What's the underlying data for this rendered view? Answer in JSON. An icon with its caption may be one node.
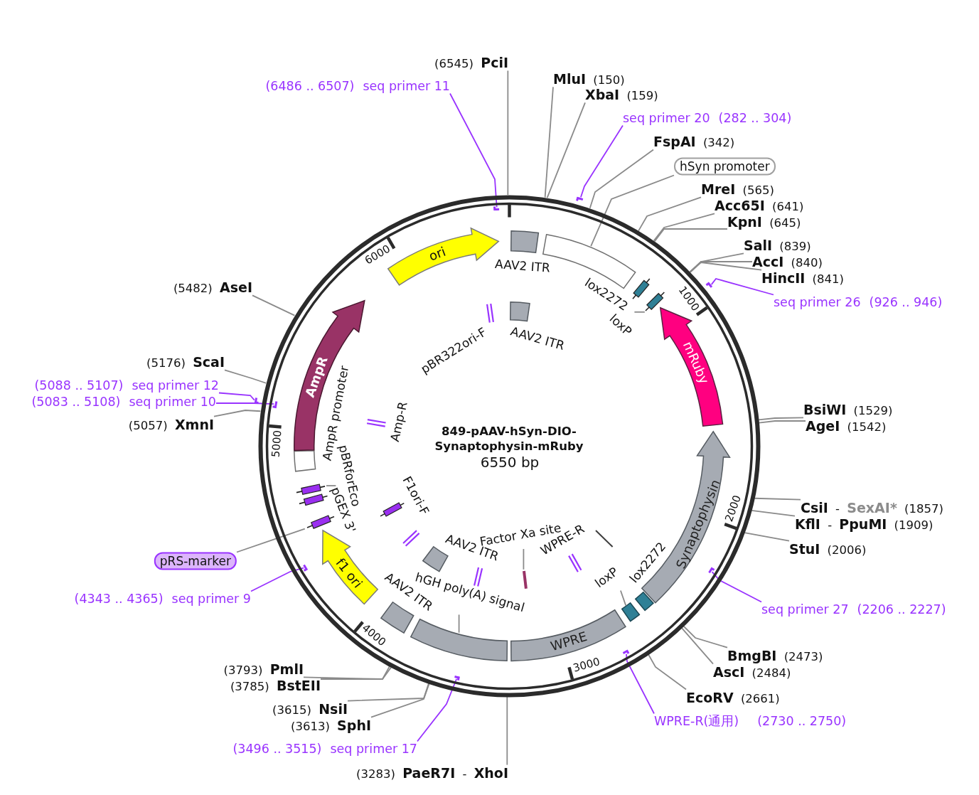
{
  "diagram": {
    "nodes": [
      {
        "text": [
          "849-pAAV-hSyn-DIO-Synaptophysin-mRuby",
          "6550 bp"
        ]
      },
      {
        "text": [
          "ori"
        ],
        "in": 0
      },
      {
        "text": [],
        "shape": "box",
        "beside": [
          "AAV2 ITR"
        ],
        "in": 0
      },
      {
        "text": [],
        "shape": "box",
        "in": 0
      },
      {
        "text": [],
        "shape": "bar",
        "beside": [
          "lox2272"
        ],
        "in": 0
      },
      {
        "text": [],
        "shape": "bar",
        "in": 0
      },
      {
        "text": [
          "mRuby"
        ],
        "in": 0
      },
      {
        "text": [
          "Synaptophysin"
        ],
        "in": 0
      },
      {
        "text": [],
        "shape": "box",
        "in": 0
      },
      {
        "text": [],
        "shape": "box",
        "in": 0
      },
      {
        "text": [
          "WPRE"
        ],
        "in": 0
      },
      {
        "text": [],
        "shape": "box",
        "in": 0
      },
      {
        "text": [],
        "shape": "box",
        "beside": [
          "AAV2 ITR"
        ],
        "in": 0
      },
      {
        "text": [
          "f1 ori"
        ],
        "in": 0
      },
      {
        "text": [],
        "shape": "bar",
        "in": 0
      },
      {
        "text": [],
        "shape": "bar",
        "beside": [
          "pGEX 3'"
        ],
        "in": 0
      },
      {
        "text": [],
        "shape": "bar",
        "in": 0
      },
      {
        "text": [],
        "shape": "box",
        "beside": [
          "AmpR promoter"
        ],
        "in": 0
      },
      {
        "text": [
          "AmpR"
        ],
        "in": 0
      },
      {
        "text": [],
        "shape": "box",
        "beside": [
          "AAV2 ITR"
        ],
        "in": 0
      },
      {
        "text": [],
        "shape": "bar",
        "beside": [
          "pBR322ori-F"
        ],
        "in": 0
      },
      {
        "text": [],
        "shape": "bar",
        "beside": [
          "Amp-R"
        ],
        "in": 0
      },
      {
        "text": [],
        "shape": "bar",
        "beside": [
          "F1ori-F"
        ],
        "in": 0
      },
      {
        "text": [],
        "shape": "bar",
        "in": 0
      },
      {
        "text": [],
        "shape": "box",
        "beside": [
          "AAV2 ITR"
        ],
        "in": 0
      },
      {
        "text": [],
        "shape": "bar",
        "in": 0
      },
      {
        "text": [],
        "shape": "bar",
        "in": 0
      },
      {
        "text": [],
        "shape": "bar",
        "beside": [
          "WPRE-R"
        ],
        "in": 0
      },
      {
        "text": [],
        "shape": "bar",
        "in": 0
      },
      {
        "text": [
          "loxP"
        ],
        "in": 0
      },
      {
        "text": [
          "loxP"
        ],
        "in": 0
      },
      {
        "text": [
          "hGH poly(A) signal"
        ],
        "in": 0
      },
      {
        "text": [
          "Factor Xa site"
        ],
        "in": 0
      },
      {
        "text": [
          "pBRforEco"
        ],
        "in": 0
      },
      {
        "text": [],
        "shape": "bar",
        "in": 0
      },
      {
        "text": [],
        "shape": "bar",
        "in": 0
      },
      {
        "text": [],
        "shape": "bar",
        "in": 0
      },
      {
        "text": [],
        "shape": "bar",
        "in": 0
      },
      {
        "text": [],
        "shape": "bar",
        "in": 0
      },
      {
        "text": [],
        "shape": "bar",
        "in": 0
      },
      {
        "text": [],
        "shape": "bar"
      },
      {
        "text": [],
        "shape": "bar"
      },
      {
        "text": [],
        "shape": "bar"
      },
      {
        "text": [
          "(6545) **PciI**"
        ]
      },
      {
        "text": [
          "(6486 .. 6507)",
          "seq primer 11"
        ]
      },
      {
        "text": [
          "**MluI** (150)"
        ]
      },
      {
        "text": [
          "**XbaI** (159)"
        ]
      },
      {
        "text": [
          "seq primer 20",
          "(282 .. 304)"
        ]
      },
      {
        "text": [
          "**FspAI** (342)"
        ]
      },
      {
        "text": [
          "hSyn promoter"
        ]
      },
      {
        "text": [
          "**MreI** (565)"
        ]
      },
      {
        "text": [
          "**Acc65I** (641)"
        ]
      },
      {
        "text": [
          "**KpnI** (645)"
        ]
      },
      {
        "text": [
          "**SalI** (839)"
        ]
      },
      {
        "text": [
          "**AccI** (840)"
        ]
      },
      {
        "text": [
          "**HincII** (841)"
        ]
      },
      {
        "text": [
          "seq primer 26",
          "(926 .. 946)"
        ]
      },
      {
        "text": [
          "**BsiWI** (1529)"
        ]
      },
      {
        "text": [
          "**AgeI** (1542)"
        ]
      },
      {
        "text": [
          "**CsiI** -",
          "SexAI*",
          "(1857)"
        ]
      },
      {
        "text": [
          "**KflI** - **PpuMI** (1909)"
        ]
      },
      {
        "text": [
          "**StuI** (2006)"
        ]
      },
      {
        "text": [
          "seq primer 27",
          "(2206 .. 2227)"
        ]
      },
      {
        "text": [
          "**BmgBI** (2473)"
        ]
      },
      {
        "text": [
          "**AscI** (2484)"
        ]
      },
      {
        "text": [
          "**EcoRV** (2661)"
        ]
      },
      {
        "text": [
          "WPRE-R(通用)",
          "(2730 .. 2750)"
        ]
      },
      {
        "text": [
          "(3283) **PaeR7I** - **XhoI**"
        ]
      },
      {
        "text": [
          "(3496 .. 3515)",
          "seq primer 17"
        ]
      },
      {
        "text": [
          "(3615) **NsiI**"
        ]
      },
      {
        "text": [
          "(3613) **SphI**"
        ]
      },
      {
        "text": [
          "(3793) **PmlI**"
        ]
      },
      {
        "text": [
          "(3785) **BstEII**"
        ]
      },
      {
        "text": [
          "(4343 .. 4365)",
          "seq primer 9"
        ]
      },
      {
        "text": [
          "pRS-marker"
        ]
      },
      {
        "text": [
          "(5057) **XmnI**"
        ]
      },
      {
        "text": [
          "(5083 .. 5108)",
          "seq primer 10"
        ]
      },
      {
        "text": [
          "(5088 .. 5107)",
          "seq primer 12"
        ]
      },
      {
        "text": [
          "(5176) **ScaI**"
        ]
      },
      {
        "text": [
          "(5482) **AseI**"
        ]
      }
    ],
    "edges": [
      {
        "from": 43,
        "to": 0,
        "arrow": "none"
      },
      {
        "from": 44,
        "to": 34,
        "arrow": "none",
        "color": "#9933ff"
      },
      {
        "from": 45,
        "to": 0,
        "arrow": "none"
      },
      {
        "from": 46,
        "to": 0,
        "arrow": "none"
      },
      {
        "from": 47,
        "to": 40,
        "arrow": "none",
        "color": "#9933ff"
      },
      {
        "from": 48,
        "to": 0,
        "arrow": "none"
      },
      {
        "from": 49,
        "to": 3,
        "arrow": "none"
      },
      {
        "from": 50,
        "to": 0,
        "arrow": "none"
      },
      {
        "from": 51,
        "to": 0,
        "arrow": "none"
      },
      {
        "from": 52,
        "to": 0,
        "arrow": "none"
      },
      {
        "from": 53,
        "to": 0,
        "arrow": "none"
      },
      {
        "from": 54,
        "to": 0,
        "arrow": "none"
      },
      {
        "from": 55,
        "to": 0,
        "arrow": "none"
      },
      {
        "from": 56,
        "to": 41,
        "arrow": "none",
        "color": "#9933ff"
      },
      {
        "from": 57,
        "to": 0,
        "arrow": "none"
      },
      {
        "from": 58,
        "to": 0,
        "arrow": "none"
      },
      {
        "from": 59,
        "to": 0,
        "arrow": "none"
      },
      {
        "from": 60,
        "to": 0,
        "arrow": "none"
      },
      {
        "from": 61,
        "to": 0,
        "arrow": "none"
      },
      {
        "from": 62,
        "to": 35,
        "arrow": "none",
        "color": "#9933ff"
      },
      {
        "from": 63,
        "to": 0,
        "arrow": "none"
      },
      {
        "from": 64,
        "to": 0,
        "arrow": "none"
      },
      {
        "from": 65,
        "to": 0,
        "arrow": "none"
      },
      {
        "from": 66,
        "to": 36,
        "arrow": "none",
        "color": "#9933ff"
      },
      {
        "from": 67,
        "to": 0,
        "arrow": "none"
      },
      {
        "from": 68,
        "to": 37,
        "arrow": "none",
        "color": "#9933ff"
      },
      {
        "from": 69,
        "to": 0,
        "arrow": "none"
      },
      {
        "from": 70,
        "to": 0,
        "arrow": "none"
      },
      {
        "from": 71,
        "to": 0,
        "arrow": "none"
      },
      {
        "from": 72,
        "to": 0,
        "arrow": "none"
      },
      {
        "from": 73,
        "to": 38,
        "arrow": "none",
        "color": "#9933ff"
      },
      {
        "from": 74,
        "to": 16,
        "arrow": "none"
      },
      {
        "from": 75,
        "to": 0,
        "arrow": "none"
      },
      {
        "from": 76,
        "to": 39,
        "arrow": "none",
        "color": "#9933ff"
      },
      {
        "from": 77,
        "to": 42,
        "arrow": "none",
        "color": "#9933ff"
      },
      {
        "from": 78,
        "to": 0,
        "arrow": "none"
      },
      {
        "from": 79,
        "to": 0,
        "arrow": "none"
      },
      {
        "from": 29,
        "to": 5,
        "arrow": "none"
      },
      {
        "from": 30,
        "to": 9,
        "arrow": "none"
      },
      {
        "from": 31,
        "to": 11,
        "arrow": "none"
      },
      {
        "from": 32,
        "to": 26,
        "arrow": "none"
      },
      {
        "from": 33,
        "to": 14,
        "arrow": "none"
      }
    ],
    "labels": [
      "6000",
      "1000",
      "5000",
      "2000",
      "lox2272",
      "4000",
      "3000"
    ]
  }
}
